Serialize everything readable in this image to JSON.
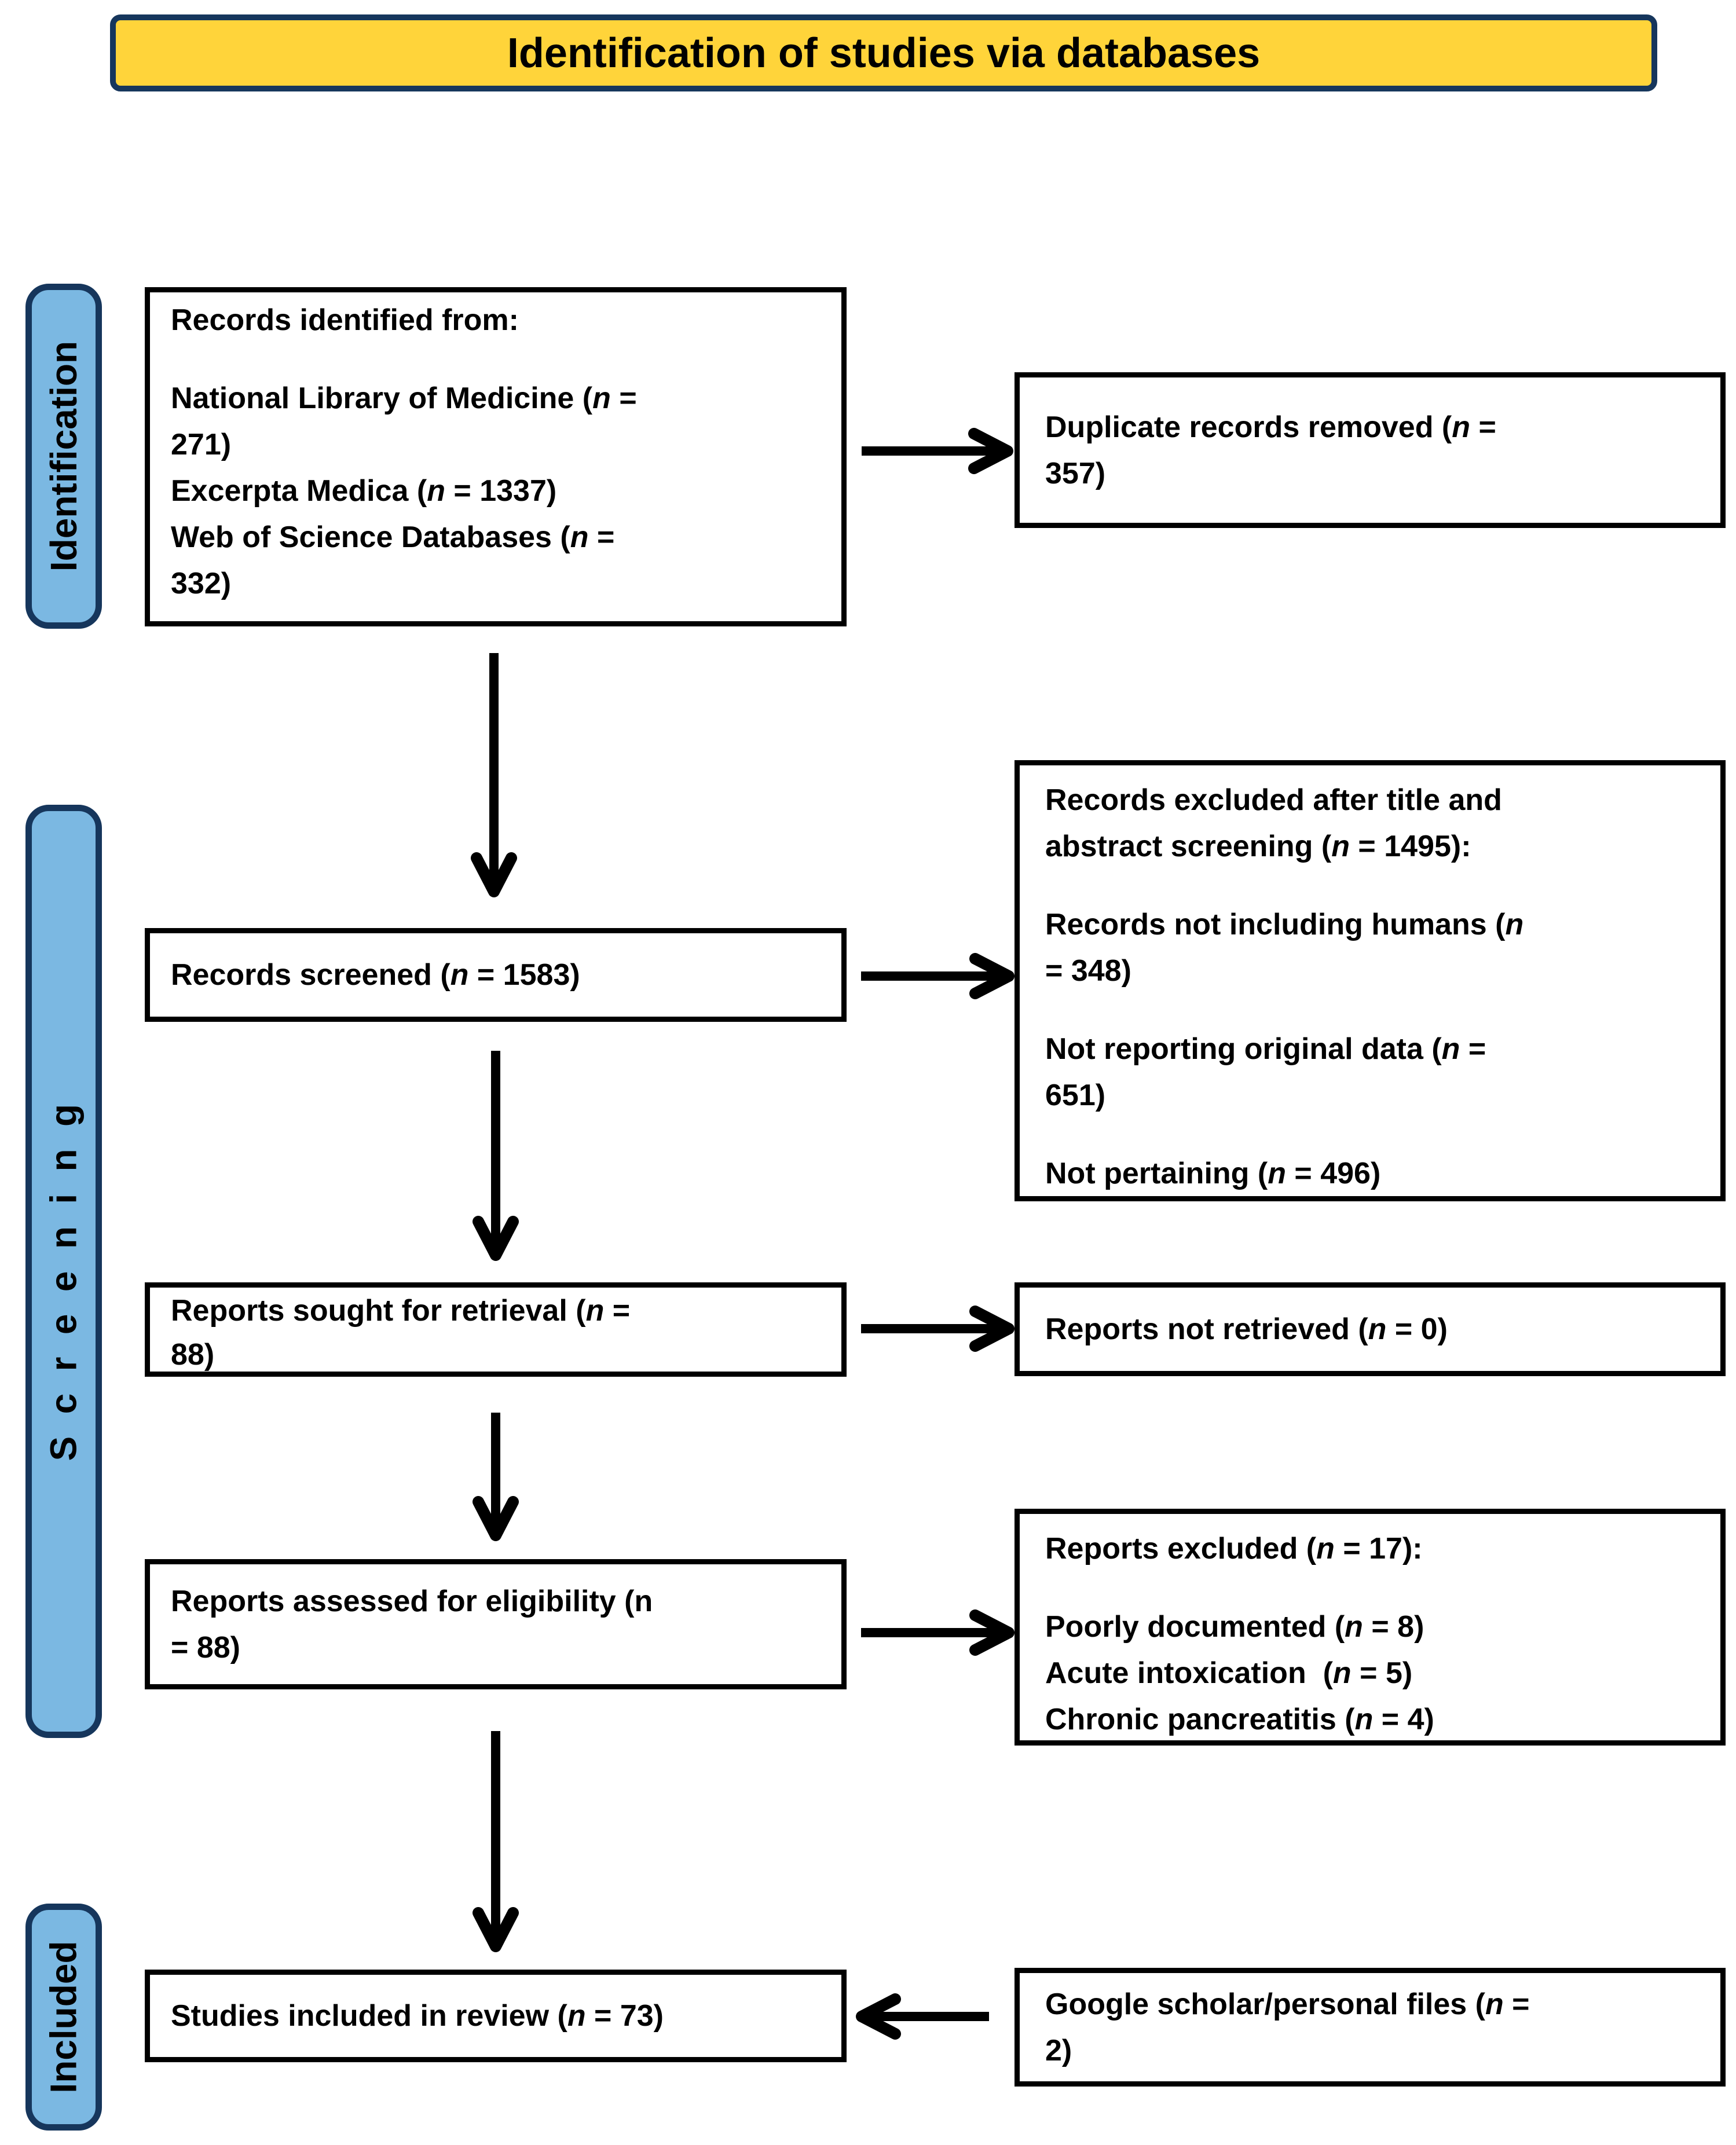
{
  "title": {
    "text": "Identification of studies via databases"
  },
  "stages": [
    {
      "label": "Identification"
    },
    {
      "label": "Screening"
    },
    {
      "label": "Included"
    }
  ],
  "colors": {
    "banner_fill": "#FFD43A",
    "banner_border": "#16365C",
    "sidebar_fill": "#7BB8E2",
    "sidebar_border": "#16365C",
    "box_bg": "#FFFFFF",
    "box_border": "#000000",
    "arrow": "#000000",
    "text": "#000000"
  },
  "boxes": {
    "records_identified": {
      "paragraphs": [
        [
          {
            "t": "Records identified from:"
          }
        ],
        [],
        [
          {
            "t": "National Library of Medicine ("
          },
          {
            "t": "n",
            "i": true
          },
          {
            "t": " ="
          }
        ],
        [
          {
            "t": "271)"
          }
        ],
        [
          {
            "t": "Excerpta Medica ("
          },
          {
            "t": "n",
            "i": true
          },
          {
            "t": " = 1337)"
          }
        ],
        [
          {
            "t": "Web of Science Databases ("
          },
          {
            "t": "n",
            "i": true
          },
          {
            "t": " ="
          }
        ],
        [
          {
            "t": "332)"
          }
        ]
      ]
    },
    "duplicates_removed": {
      "paragraphs": [
        [
          {
            "t": "Duplicate records removed ("
          },
          {
            "t": "n",
            "i": true
          },
          {
            "t": " ="
          }
        ],
        [
          {
            "t": "357)"
          }
        ]
      ]
    },
    "records_screened": {
      "paragraphs": [
        [
          {
            "t": "Records screened ("
          },
          {
            "t": "n",
            "i": true
          },
          {
            "t": " = 1583)"
          }
        ]
      ]
    },
    "records_excluded": {
      "paragraphs": [
        [
          {
            "t": "Records excluded after title and"
          }
        ],
        [
          {
            "t": "abstract screening ("
          },
          {
            "t": "n",
            "i": true
          },
          {
            "t": " = 1495):"
          }
        ],
        [],
        [
          {
            "t": "Records not including humans ("
          },
          {
            "t": "n",
            "i": true
          }
        ],
        [
          {
            "t": "= 348)"
          }
        ],
        [],
        [
          {
            "t": "Not reporting original data ("
          },
          {
            "t": "n",
            "i": true
          },
          {
            "t": " ="
          }
        ],
        [
          {
            "t": "651)"
          }
        ],
        [],
        [
          {
            "t": "Not pertaining ("
          },
          {
            "t": "n",
            "i": true
          },
          {
            "t": " = 496)"
          }
        ]
      ]
    },
    "reports_sought": {
      "paragraphs": [
        [
          {
            "t": "Reports sought for retrieval ("
          },
          {
            "t": "n",
            "i": true
          },
          {
            "t": " ="
          }
        ],
        [
          {
            "t": "88)"
          }
        ]
      ]
    },
    "reports_not_retrieved": {
      "paragraphs": [
        [
          {
            "t": "Reports not retrieved ("
          },
          {
            "t": "n",
            "i": true
          },
          {
            "t": " = 0)"
          }
        ]
      ]
    },
    "reports_assessed": {
      "paragraphs": [
        [
          {
            "t": "Reports assessed for eligibility (n"
          }
        ],
        [
          {
            "t": "= 88)"
          }
        ]
      ]
    },
    "reports_excluded": {
      "paragraphs": [
        [
          {
            "t": "Reports excluded ("
          },
          {
            "t": "n",
            "i": true
          },
          {
            "t": " = 17):"
          }
        ],
        [],
        [
          {
            "t": "Poorly documented ("
          },
          {
            "t": "n",
            "i": true
          },
          {
            "t": " = 8)"
          }
        ],
        [
          {
            "t": "Acute intoxication  ("
          },
          {
            "t": "n",
            "i": true
          },
          {
            "t": " = 5)"
          }
        ],
        [
          {
            "t": "Chronic pancreatitis ("
          },
          {
            "t": "n",
            "i": true
          },
          {
            "t": " = 4)"
          }
        ]
      ]
    },
    "studies_included": {
      "paragraphs": [
        [
          {
            "t": "Studies included in review ("
          },
          {
            "t": "n",
            "i": true
          },
          {
            "t": " = 73)"
          }
        ]
      ]
    },
    "google_scholar": {
      "paragraphs": [
        [
          {
            "t": "Google scholar/personal files ("
          },
          {
            "t": "n",
            "i": true
          },
          {
            "t": " ="
          }
        ],
        [
          {
            "t": "2)"
          }
        ]
      ]
    }
  }
}
